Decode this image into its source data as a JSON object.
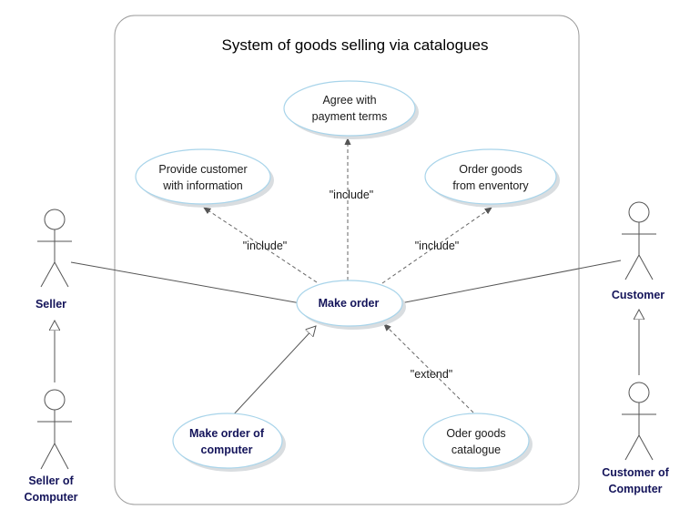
{
  "diagram": {
    "title": "System of goods selling via catalogues",
    "use_cases": {
      "agree": [
        "Agree with",
        "payment terms"
      ],
      "provide": [
        "Provide customer",
        "with information"
      ],
      "order_goods": [
        "Order goods",
        "from enventory"
      ],
      "make_order": [
        "Make order"
      ],
      "make_order_computer": [
        "Make order of",
        "computer"
      ],
      "oder_catalogue": [
        "Oder goods",
        "catalogue"
      ]
    },
    "relations": {
      "include_top": "\"include\"",
      "include_left": "\"include\"",
      "include_right": "\"include\"",
      "extend": "\"extend\""
    },
    "actors": {
      "seller": [
        "Seller"
      ],
      "seller_computer": [
        "Seller of",
        "Computer"
      ],
      "customer": [
        "Customer"
      ],
      "customer_computer": [
        "Customer of",
        "Computer"
      ]
    }
  },
  "colors": {
    "ellipse_fill": "#ffffff",
    "ellipse_border": "#a8d4ea",
    "ellipse_shadow": "#d9dde0",
    "line": "#555555",
    "dashed": "#666666",
    "boundary": "#9a9a9a",
    "bold_text": "#14145a"
  }
}
